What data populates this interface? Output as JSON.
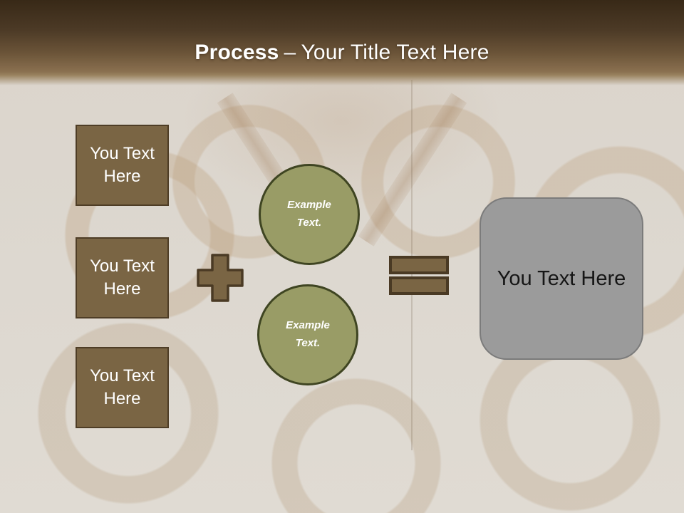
{
  "slide": {
    "header": {
      "title_bold": "Process",
      "title_dash": "–",
      "title_rest": "Your Title Text Here"
    },
    "left_boxes": [
      {
        "label": "You Text Here"
      },
      {
        "label": "You Text Here"
      },
      {
        "label": "You Text Here"
      }
    ],
    "circles": [
      {
        "label": "Example Text."
      },
      {
        "label": "Example Text."
      }
    ],
    "result_box": {
      "label": "You Text Here"
    },
    "colors": {
      "header_top": "#382917",
      "header_bottom": "#8a7050",
      "brown_fill": "#7a6544",
      "brown_border": "#4e3d26",
      "olive_fill": "#999c66",
      "olive_border": "#3f4522",
      "gray_fill": "#9b9b9b",
      "gray_border": "#7b7b7b",
      "background": "#dcd6ce",
      "title_text": "#ffffff"
    }
  }
}
